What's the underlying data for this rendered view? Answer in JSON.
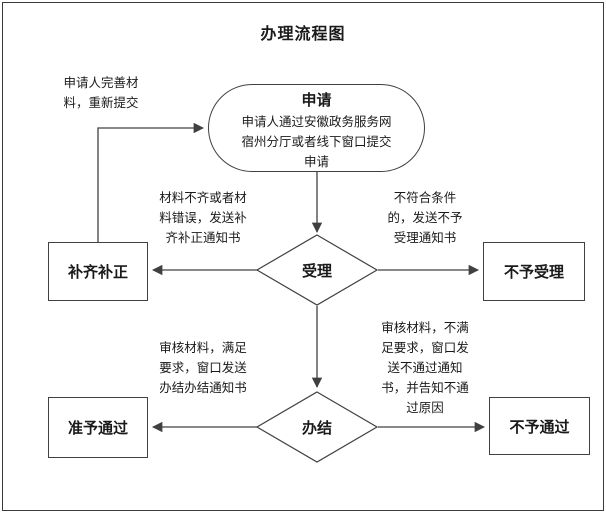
{
  "title": "办理流程图",
  "colors": {
    "line": "#404040",
    "text": "#1a1a1a",
    "background": "#ffffff"
  },
  "nodes": {
    "apply": {
      "label": "申请",
      "description": "申请人通过安徽政务服务网\n宿州分厅或者线下窗口提交\n申请"
    },
    "accept": {
      "label": "受理"
    },
    "supplement": {
      "label": "补齐补正"
    },
    "not_accepted": {
      "label": "不予受理"
    },
    "conclude": {
      "label": "办结"
    },
    "approved": {
      "label": "准予通过"
    },
    "not_approved": {
      "label": "不予通过"
    }
  },
  "edge_labels": {
    "resubmit": "申请人完善材\n料，重新提交",
    "supplement_notice": "材料不齐或者材\n料错误，发送补\n齐补正通知书",
    "not_accept_notice": "不符合条件\n的，发送不予\n受理通知书",
    "pass_notice": "审核材料，满足\n要求，窗口发送\n办结办结通知书",
    "fail_notice": "审核材料，不满\n足要求，窗口发\n送不通过通知\n书，并告知不通\n过原因"
  }
}
